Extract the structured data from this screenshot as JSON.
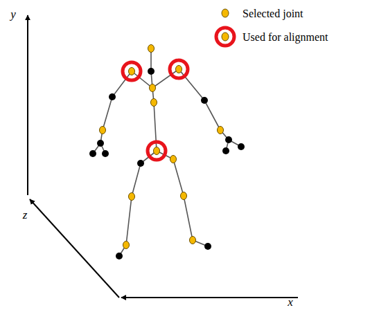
{
  "diagram": {
    "labels": [
      "y",
      "z",
      "x"
    ],
    "legend": [
      {
        "text": "Selected joint"
      },
      {
        "text": "Used for alignment"
      }
    ]
  }
}
